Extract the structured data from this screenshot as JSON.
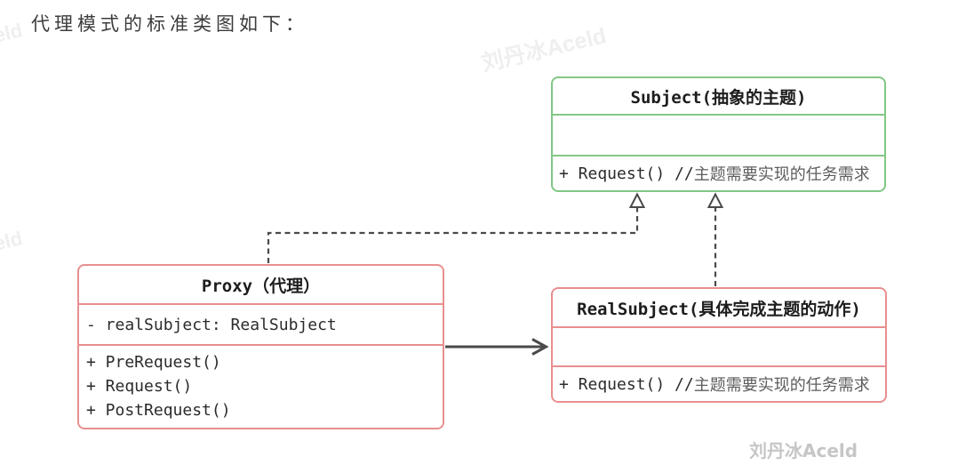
{
  "title": "代理模式的标准类图如下：",
  "watermark": {
    "diagonal": "刘丹冰Aceld",
    "signature": "刘丹冰Aceld"
  },
  "colors": {
    "abstract_class_border": "#82c785",
    "concrete_class_border": "#e98f8f",
    "edge_stroke": "#4a4a4a",
    "code_text": "#2b2b2b",
    "comment_text": "#5d5d5d"
  },
  "classes": {
    "subject": {
      "title": "Subject(抽象的主题)",
      "attributes": [],
      "methods": [
        {
          "code": "+ Request() //",
          "comment": "主题需要实现的任务需求"
        }
      ]
    },
    "proxy": {
      "title": "Proxy（代理）",
      "attributes": [
        "- realSubject: RealSubject"
      ],
      "methods": [
        "+ PreRequest()",
        "+ Request()",
        "+ PostRequest()"
      ]
    },
    "real_subject": {
      "title": "RealSubject(具体完成主题的动作)",
      "attributes": [],
      "methods": [
        {
          "code": "+ Request() //",
          "comment": "主题需要实现的任务需求"
        }
      ]
    }
  },
  "edges": [
    {
      "type": "realization-dashed",
      "from": "Proxy",
      "to": "Subject"
    },
    {
      "type": "realization-dashed",
      "from": "RealSubject",
      "to": "Subject"
    },
    {
      "type": "association-solid",
      "from": "Proxy",
      "to": "RealSubject"
    }
  ]
}
